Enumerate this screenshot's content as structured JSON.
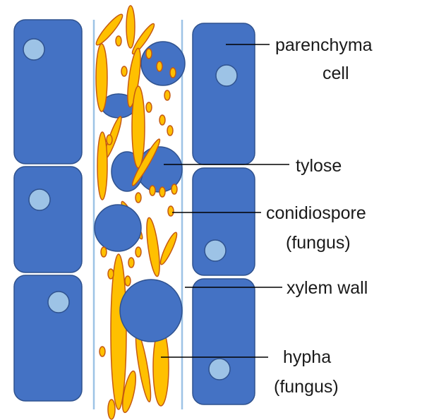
{
  "labels": {
    "parenchyma_line1": "parenchyma",
    "parenchyma_line2": "cell",
    "tylose": "tylose",
    "conidiospore_line1": "conidiospore",
    "conidiospore_line2": "(fungus)",
    "xylem_wall": "xylem wall",
    "hypha_line1": "hypha",
    "hypha_line2": "(fungus)"
  },
  "colors": {
    "cell_fill": "#4472c4",
    "cell_stroke": "#2f528f",
    "nucleus_fill": "#9dc3e6",
    "fungus_fill": "#ffc000",
    "fungus_stroke": "#c55a11",
    "xylem_wall": "#9dc3e6",
    "leader_line": "#000000"
  }
}
